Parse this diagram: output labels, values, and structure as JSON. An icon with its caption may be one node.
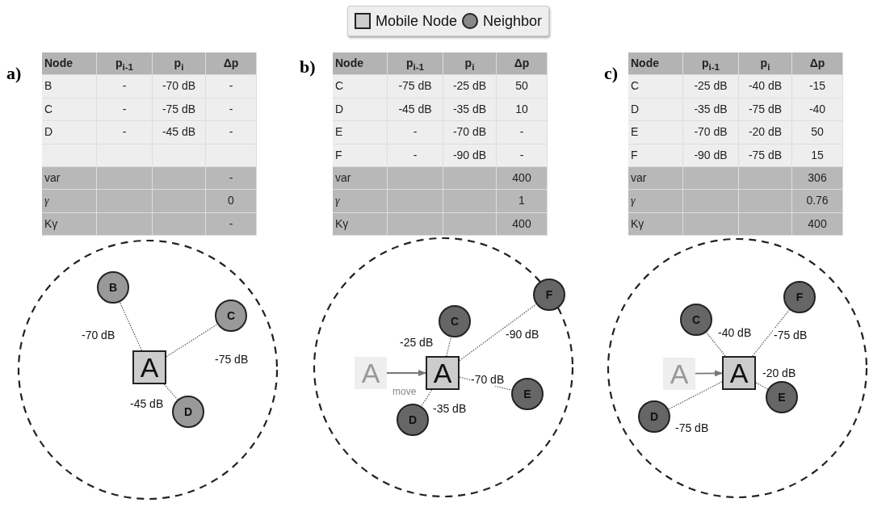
{
  "diagram": {
    "nodes": [
      {
        "text": [
          "A"
        ]
      },
      {
        "text": [
          "B"
        ]
      },
      {
        "text": [
          "C"
        ]
      },
      {
        "text": [
          "D"
        ]
      },
      {
        "text": [
          "A"
        ]
      },
      {
        "text": [
          "A"
        ]
      },
      {
        "text": [
          "C"
        ]
      },
      {
        "text": [
          "D"
        ]
      },
      {
        "text": [
          "E"
        ]
      },
      {
        "text": [
          "F"
        ]
      },
      {
        "text": [
          "A"
        ]
      },
      {
        "text": [
          "A"
        ]
      },
      {
        "text": [
          "C"
        ]
      },
      {
        "text": [
          "F"
        ]
      },
      {
        "text": [
          "E"
        ]
      },
      {
        "text": [
          "D"
        ]
      }
    ],
    "edges": [
      {
        "from": 0,
        "to": 1,
        "arrow": "none",
        "label": "-70 dB",
        "style": "dashed"
      },
      {
        "from": 0,
        "to": 2,
        "arrow": "none",
        "label": "-75 dB",
        "style": "dashed"
      },
      {
        "from": 0,
        "to": 3,
        "arrow": "none",
        "label": "-45 dB",
        "style": "dashed"
      },
      {
        "from": 4,
        "to": 5,
        "arrow": "to",
        "label": "move"
      },
      {
        "from": 5,
        "to": 6,
        "arrow": "none",
        "label": "-25 dB",
        "style": "dashed"
      },
      {
        "from": 5,
        "to": 9,
        "arrow": "none",
        "label": "-90 dB",
        "style": "dashed"
      },
      {
        "from": 5,
        "to": 8,
        "arrow": "none",
        "label": "-70 dB",
        "style": "dashed"
      },
      {
        "from": 5,
        "to": 7,
        "arrow": "none",
        "label": "-35 dB",
        "style": "dashed"
      },
      {
        "from": 10,
        "to": 11,
        "arrow": "to"
      },
      {
        "from": 11,
        "to": 12,
        "arrow": "none",
        "label": "-40 dB",
        "style": "dashed"
      },
      {
        "from": 11,
        "to": 13,
        "arrow": "none",
        "label": "-75 dB",
        "style": "dashed"
      },
      {
        "from": 11,
        "to": 14,
        "arrow": "none",
        "label": "-20 dB",
        "style": "dashed"
      },
      {
        "from": 11,
        "to": 15,
        "arrow": "none",
        "label": "-75 dB",
        "style": "dashed"
      }
    ],
    "labels": [
      "a)",
      "Node",
      "p$_{i-1}$",
      "p$_{i}$",
      "Δp",
      "B",
      "-",
      "-70 dB",
      "-",
      "C",
      "-",
      "-75 dB",
      "-",
      "D",
      "-",
      "-45 dB",
      "-",
      "var",
      "-",
      "γ",
      "0",
      "Kγ",
      "-",
      "b)",
      "Node",
      "p$_{i-1}$",
      "p$_{i}$",
      "Δp",
      "C",
      "-75 dB",
      "-25 dB",
      "50",
      "D",
      "-45 dB",
      "-35 dB",
      "10",
      "E",
      "-",
      "-70 dB",
      "-",
      "F",
      "-",
      "-90 dB",
      "-",
      "var",
      "400",
      "γ",
      "1",
      "Kγ",
      "400",
      "c)",
      "Node",
      "p$_{i-1}$",
      "p$_{i}$",
      "Δp",
      "C",
      "-25 dB",
      "-40 dB",
      "-15",
      "D",
      "-35 dB",
      "-75 dB",
      "-40",
      "E",
      "-70 dB",
      "-20 dB",
      "50",
      "F",
      "-90 dB",
      "-75 dB",
      "15",
      "var",
      "306",
      "γ",
      "0.76",
      "Kγ",
      "400"
    ],
    "legend": [
      {
        "text": "Mobile Node"
      },
      {
        "text": "Neighbor"
      }
    ]
  }
}
